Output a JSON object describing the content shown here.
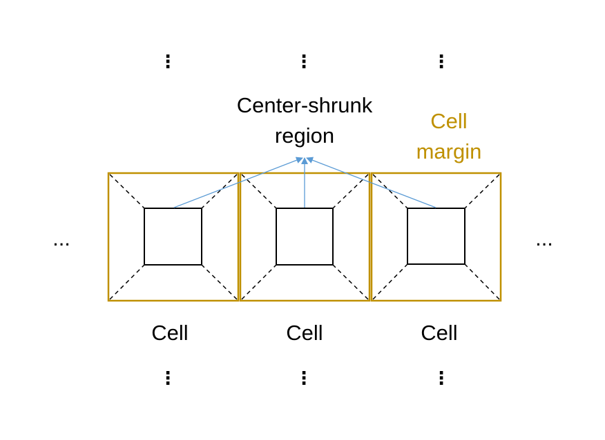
{
  "title": {
    "line1": "Center-shrunk",
    "line2": "region"
  },
  "margin_label": {
    "line1": "Cell",
    "line2": "margin"
  },
  "cell_labels": [
    "Cell",
    "Cell",
    "Cell"
  ],
  "ellipsis": {
    "horizontal": "...",
    "vertical": "⋮"
  },
  "colors": {
    "cell_border": "#bf9000",
    "margin_text": "#bf9000",
    "arrow": "#5b9bd5",
    "inner_box": "#000000",
    "text": "#000000"
  }
}
